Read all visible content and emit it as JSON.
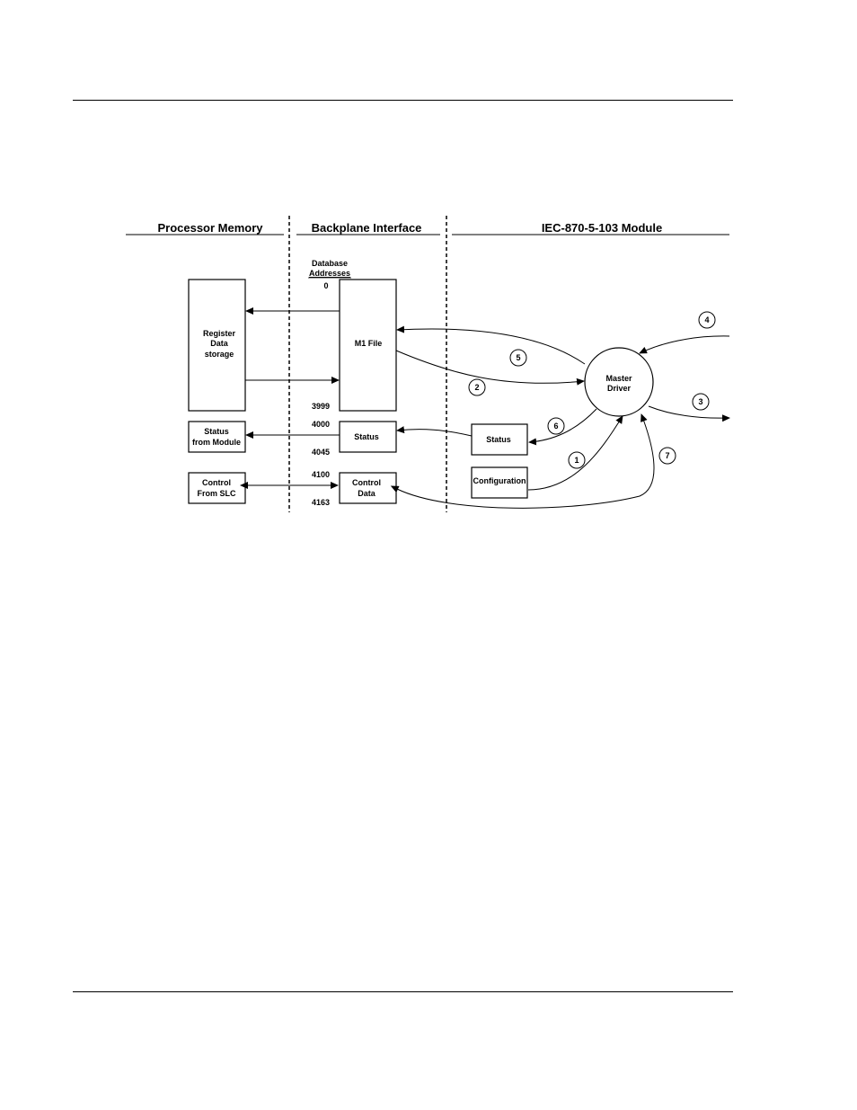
{
  "diagram": {
    "headers": {
      "processor": "Processor Memory",
      "backplane": "Backplane Interface",
      "module": "IEC-870-5-103 Module"
    },
    "database": {
      "label_line1": "Database",
      "label_line2": "Addresses",
      "addr_0": "0",
      "addr_3999": "3999",
      "addr_4000": "4000",
      "addr_4045": "4045",
      "addr_4100": "4100",
      "addr_4163": "4163"
    },
    "boxes": {
      "register_line1": "Register",
      "register_line2": "Data",
      "register_line3": "storage",
      "status_from_module_line1": "Status",
      "status_from_module_line2": "from Module",
      "control_from_slc_line1": "Control",
      "control_from_slc_line2": "From SLC",
      "m1_file": "M1 File",
      "status_backplane": "Status",
      "control_data_line1": "Control",
      "control_data_line2": "Data",
      "status_module": "Status",
      "configuration": "Configuration",
      "master_line1": "Master",
      "master_line2": "Driver"
    },
    "steps": [
      "1",
      "2",
      "3",
      "4",
      "5",
      "6",
      "7"
    ]
  }
}
